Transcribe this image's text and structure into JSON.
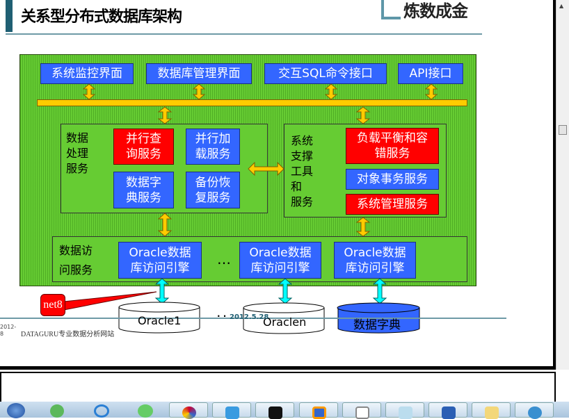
{
  "slide": {
    "title": "关系型分布式数据库架构",
    "logo_text": "炼数成金",
    "top_interfaces": [
      "系统监控界面",
      "数据库管理界面",
      "交互SQL命令接口",
      "API接口"
    ],
    "data_processing": {
      "label": "数据\n处理\n服务",
      "services": [
        "并行查\n询服务",
        "并行加\n载服务",
        "数据字\n典服务",
        "备份恢\n复服务"
      ]
    },
    "system_support": {
      "label": "系统\n支撑\n工具\n和\n服务",
      "services": [
        "负载平衡和容\n错服务",
        "对象事务服务",
        "系统管理服务"
      ]
    },
    "data_access": {
      "label": "数据访\n问服务",
      "engines": [
        "Oracle数据\n库访问引擎",
        "Oracle数据\n库访问引擎",
        "Oracle数据\n库访问引擎"
      ],
      "ellipsis": "…"
    },
    "callout": "net8",
    "databases": [
      "Oracle1",
      "Oraclen",
      "数据字典"
    ],
    "db_ellipsis": "· ·",
    "date": "2012.5.28",
    "footer_date": "2012-\n8",
    "footer_site": "DATAGURU专业数据分析网站"
  },
  "colors": {
    "blue": "#3366ff",
    "red": "#ff0000",
    "green": "#66cc33",
    "yellow": "#ffcc00",
    "cyan": "#00ffff"
  },
  "taskbar": {
    "icons": [
      "windows-start-icon",
      "messenger-icon",
      "ie-icon",
      "green-app-icon",
      "pinwheel-icon",
      "qq-icon",
      "cmd-icon",
      "vmware-icon",
      "powerpoint-icon",
      "notepad-icon",
      "word-icon",
      "folder-icon",
      "browser-icon"
    ]
  }
}
